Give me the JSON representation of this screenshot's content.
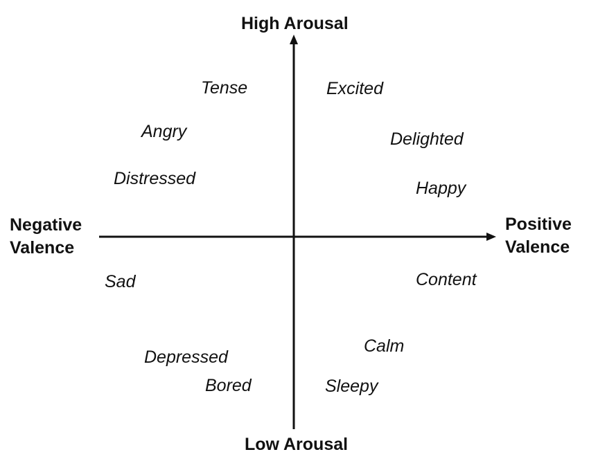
{
  "axes": {
    "top_label": "High Arousal",
    "bottom_label": "Low Arousal",
    "left_label_line1": "Negative",
    "left_label_line2": "Valence",
    "right_label_line1": "Positive",
    "right_label_line2": "Valence"
  },
  "emotions": {
    "tense": "Tense",
    "excited": "Excited",
    "angry": "Angry",
    "delighted": "Delighted",
    "distressed": "Distressed",
    "happy": "Happy",
    "sad": "Sad",
    "content": "Content",
    "calm": "Calm",
    "depressed": "Depressed",
    "bored": "Bored",
    "sleepy": "Sleepy"
  },
  "colors": {
    "ink": "#111111",
    "background": "#ffffff"
  }
}
